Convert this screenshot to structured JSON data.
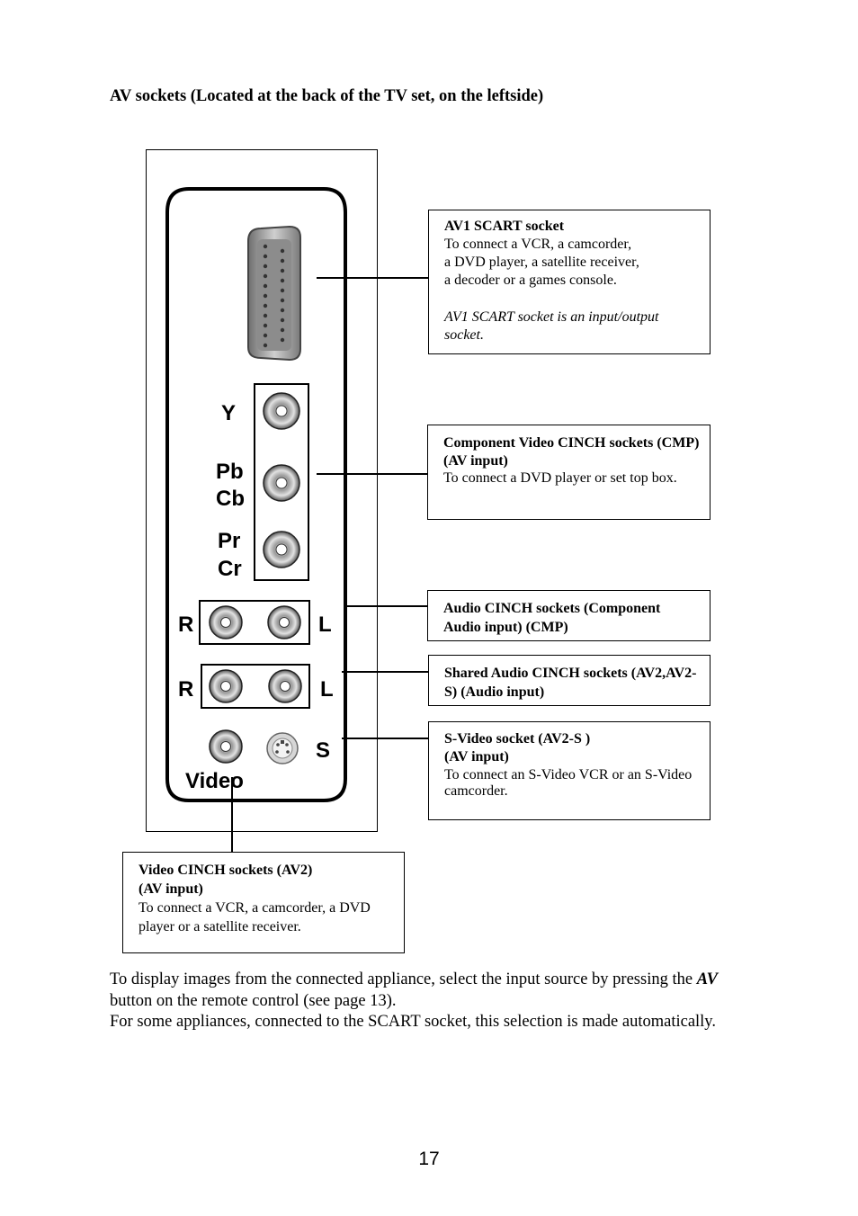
{
  "heading": "AV sockets (Located at the back of the TV set, on the leftside)",
  "panel": {
    "labels": {
      "y": "Y",
      "pb": "Pb",
      "cb": "Cb",
      "pr": "Pr",
      "cr": "Cr",
      "r1": "R",
      "l1": "L",
      "r2": "R",
      "l2": "L",
      "s": "S",
      "video": "Video"
    }
  },
  "callouts": {
    "scart": {
      "title": "AV1 SCART socket",
      "lines": [
        "To connect a VCR, a camcorder,",
        "a DVD player, a satellite receiver,",
        "a decoder or a games console."
      ],
      "note": "AV1 SCART socket is an input/output socket."
    },
    "component": {
      "title": "Component Video CINCH sockets (CMP) (AV input)",
      "desc": "To connect a DVD player or set top box."
    },
    "audio": {
      "title": "Audio CINCH sockets (Component Audio input) (CMP)"
    },
    "shared_audio": {
      "title": "Shared Audio CINCH sockets (AV2,AV2-S) (Audio input)"
    },
    "svideo": {
      "title_line1": "S-Video socket  (AV2-S )",
      "title_line2": "(AV input)",
      "desc": "To connect an S-Video VCR or an S-Video camcorder."
    },
    "video": {
      "title_line1": "Video CINCH sockets (AV2)",
      "title_line2": "(AV input)",
      "desc": "To connect a VCR, a camcorder, a DVD player or a satellite receiver."
    }
  },
  "body": {
    "p1_before": "To display images from the connected appliance, select the input source by pressing the ",
    "p1_av": "AV",
    "p1_after": "  button on the remote control (see page 13).",
    "p2": "For some appliances, connected to the SCART socket, this selection is made automatically."
  },
  "page_number": "17"
}
